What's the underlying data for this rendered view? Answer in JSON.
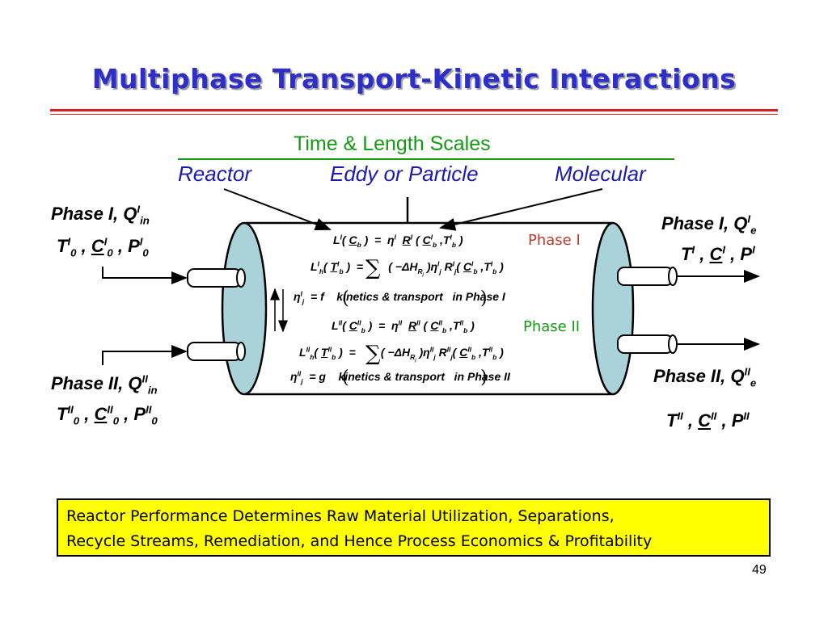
{
  "slide": {
    "title": "Multiphase Transport-Kinetic Interactions",
    "page_number": "49"
  },
  "scales": {
    "title": "Time & Length Scales",
    "reactor": "Reactor",
    "eddy": "Eddy or Particle",
    "molecular": "Molecular"
  },
  "inlet": {
    "phase1_label": "Phase I,",
    "phase1_flow": "Q",
    "phase1_flow_sup": "I",
    "phase1_flow_sub": "in",
    "phase1_T": "T",
    "phase1_C": "C",
    "phase1_P": "P",
    "phase1_state_sup": "I",
    "phase1_state_sub": "0",
    "phase2_label": "Phase II,",
    "phase2_flow": "Q",
    "phase2_flow_sup": "II",
    "phase2_flow_sub": "in",
    "phase2_T": "T",
    "phase2_C": "C",
    "phase2_P": "P",
    "phase2_state_sup": "II",
    "phase2_state_sub": "0"
  },
  "outlet": {
    "phase1_label": "Phase I,",
    "phase1_flow": "Q",
    "phase1_flow_sup": "I",
    "phase1_flow_sub": "e",
    "phase1_T": "T",
    "phase1_C": "C",
    "phase1_P": "P",
    "phase1_state_sup": "I",
    "phase2_label": "Phase II,",
    "phase2_flow": "Q",
    "phase2_flow_sup": "II",
    "phase2_flow_sub": "e",
    "phase2_T": "T",
    "phase2_C": "C",
    "phase2_P": "P",
    "phase2_state_sup": "II"
  },
  "reactor": {
    "phase1_tag": "Phase I",
    "phase2_tag": "Phase II",
    "eq1": "L^I(C_b) = η^I R^I(C_b,T_b)",
    "eq2": "L^I_h(T_b) = Σ_j (−ΔH_Rj) η^I_j R^I_j(C_b,T_b)",
    "eq3_lhs": "η",
    "eq3_mid": "= f",
    "eq3_body": "kinetics & transport",
    "eq3_tail": "in Phase I",
    "eq4": "L^II(C_b) = η^II R^II(C_b,T_b)",
    "eq5": "L^II_h(T_b) = Σ_j (−ΔH_Rj) η^II_j R^II_j(C_b,T_b)",
    "eq6_lhs": "η",
    "eq6_mid": "= g",
    "eq6_body": "kinetics & transport",
    "eq6_tail": "in Phase II"
  },
  "banner": {
    "line1": "Reactor Performance Determines Raw Material Utilization, Separations,",
    "line2": "Recycle Streams, Remediation, and Hence Process Economics & Profitability"
  },
  "colors": {
    "title": "#2e2ec8",
    "rule": "#e01b1b",
    "scales": "#129a12",
    "scale_labels": "#1a1ab4",
    "phase1_tag": "#c0392b",
    "phase2_tag": "#129a12",
    "cap_fill": "#a9d3d8",
    "banner_fill": "#ffff00"
  }
}
